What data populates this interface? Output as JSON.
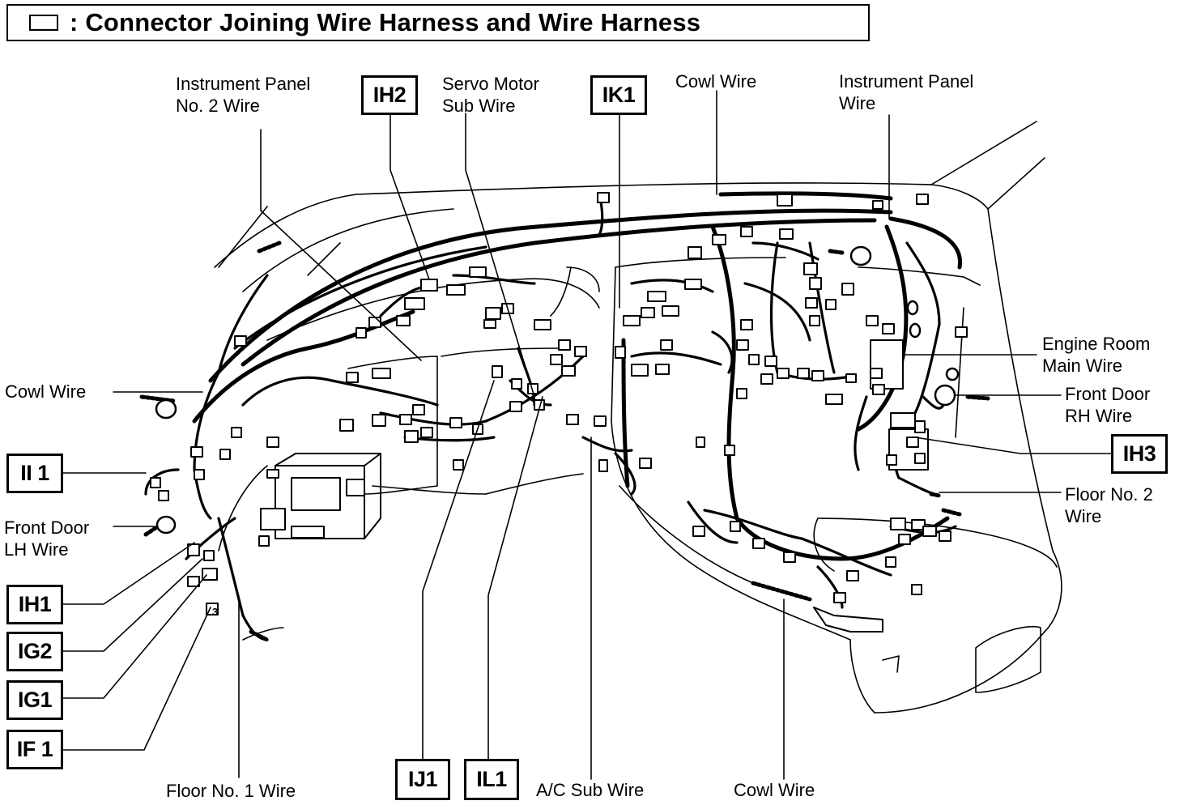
{
  "title": {
    "legend_symbol": "connector-box-icon",
    "text": ": Connector Joining Wire Harness and Wire Harness"
  },
  "wire_labels": {
    "instrument_panel_no2": [
      "Instrument Panel",
      "No. 2 Wire"
    ],
    "servo_motor_sub": [
      "Servo Motor",
      "Sub Wire"
    ],
    "cowl_top": [
      "Cowl Wire"
    ],
    "instrument_panel": [
      "Instrument Panel",
      "Wire"
    ],
    "engine_room_main": [
      "Engine Room",
      "Main Wire"
    ],
    "front_door_rh": [
      "Front Door",
      "RH Wire"
    ],
    "floor_no2": [
      "Floor No. 2",
      "Wire"
    ],
    "cowl_left": [
      "Cowl Wire"
    ],
    "front_door_lh": [
      "Front Door",
      "LH Wire"
    ],
    "floor_no1": [
      "Floor No. 1 Wire"
    ],
    "ac_sub": [
      "A/C Sub Wire"
    ],
    "cowl_bottom": [
      "Cowl Wire"
    ]
  },
  "connector_codes": {
    "ih2": "IH2",
    "ik1": "IK1",
    "ii1": "II 1",
    "ih1": "IH1",
    "ig2": "IG2",
    "ig1": "IG1",
    "if1": "IF 1",
    "ij1": "IJ1",
    "il1": "IL1",
    "ih3": "IH3"
  },
  "small_marks": {
    "connector_3": "3"
  },
  "colors": {
    "ink": "#000000",
    "background": "#ffffff"
  }
}
